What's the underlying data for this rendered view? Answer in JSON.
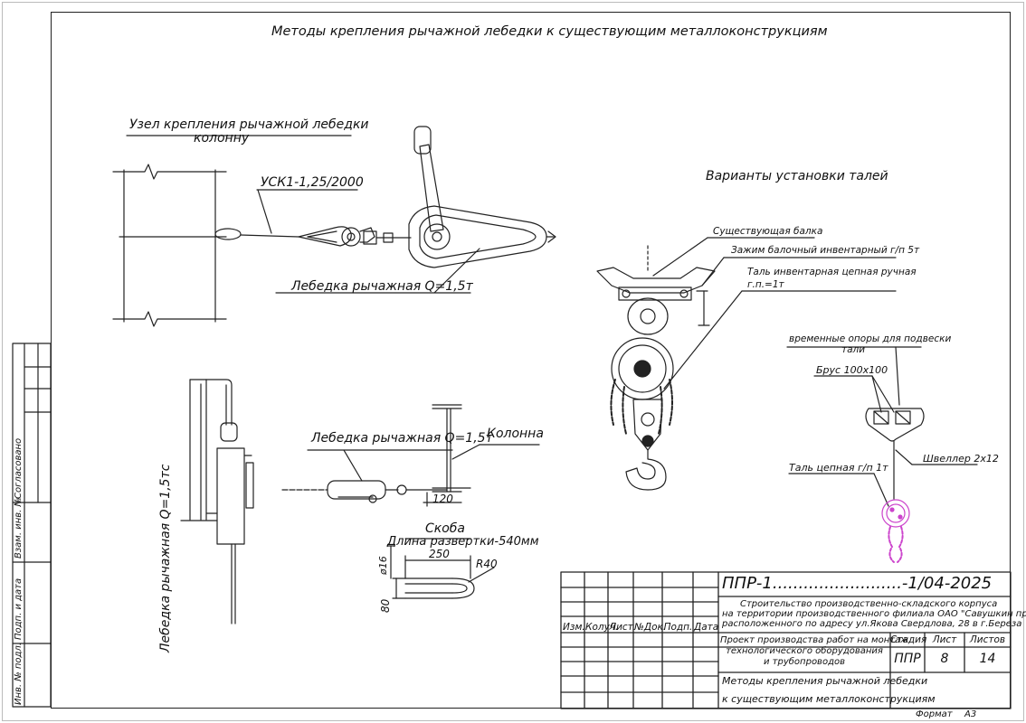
{
  "sheet_title": "Методы крепления рычажной лебедки к существующим металлоконструкциям",
  "view1": {
    "title_line1": "Узел крепления рычажной лебедки",
    "title_line2": "колонну",
    "sling_label": "УСК1-1,25/2000",
    "winch_label": "Лебедка рычажная Q=1,5т"
  },
  "view2": {
    "title": "Варианты установки талей",
    "callout_beam": "Существующая балка",
    "callout_clamp": "Зажим балочный инвентарный г/п 5т",
    "callout_hoist_line1": "Таль инвентарная цепная ручная",
    "callout_hoist_line2": "г.п.=1т",
    "callout_supports_line1": "временные опоры для подвески",
    "callout_supports_line2": "тали",
    "callout_timber": "Брус 100х100",
    "callout_channel": "Швеллер 2х12",
    "callout_chain_hoist": "Таль цепная г/п 1т"
  },
  "view3": {
    "winch_label": "Лебедка рычажная Q=1,5тс"
  },
  "view4": {
    "winch_label": "Лебедка рычажная Q=1,5т",
    "column_label": "Колонна",
    "dim_120": "120"
  },
  "bracket": {
    "title": "Скоба",
    "length": "Длина развертки-540мм",
    "dim_diam": "ø16",
    "dim_250": "250",
    "dim_radius": "R40",
    "dim_80": "80"
  },
  "side_stamp": {
    "agreed": "Согласовано",
    "inv_swap": "Взам. инв. №",
    "sign_date": "Подп. и дата",
    "inv_orig": "Инв. № подл."
  },
  "title_block": {
    "doc_code": "ППР-1.........................-1/04-2025",
    "project_line1": "Строительство производственно-складского корпуса",
    "project_line2": "на территории производственного филиала ОАО \"Савушкин продукт\"",
    "project_line3": "расположенного по адресу ул.Якова Свердлова, 28 в г.Береза",
    "col_izm": "Изм.",
    "col_koluch": "Колуч.",
    "col_list": "Лист",
    "col_ndok": "№Док.",
    "col_podp": "Подп.",
    "col_data": "Дата",
    "work_line1": "Проект производства работ на монтаж",
    "work_line2": "технологического оборудования",
    "work_line3": "и трубопроводов",
    "head_stage": "Стадия",
    "head_sheet": "Лист",
    "head_sheets": "Листов",
    "val_stage": "ППР",
    "val_sheet": "8",
    "val_sheets": "14",
    "sheet_name_line1": "Методы крепления рычажной лебедки",
    "sheet_name_line2": "к существующим металлоконструкциям"
  },
  "format_label": "Формат",
  "format_value": "А3",
  "colors": {
    "line": "#222222",
    "highlight_magenta": "#cc44cc"
  }
}
